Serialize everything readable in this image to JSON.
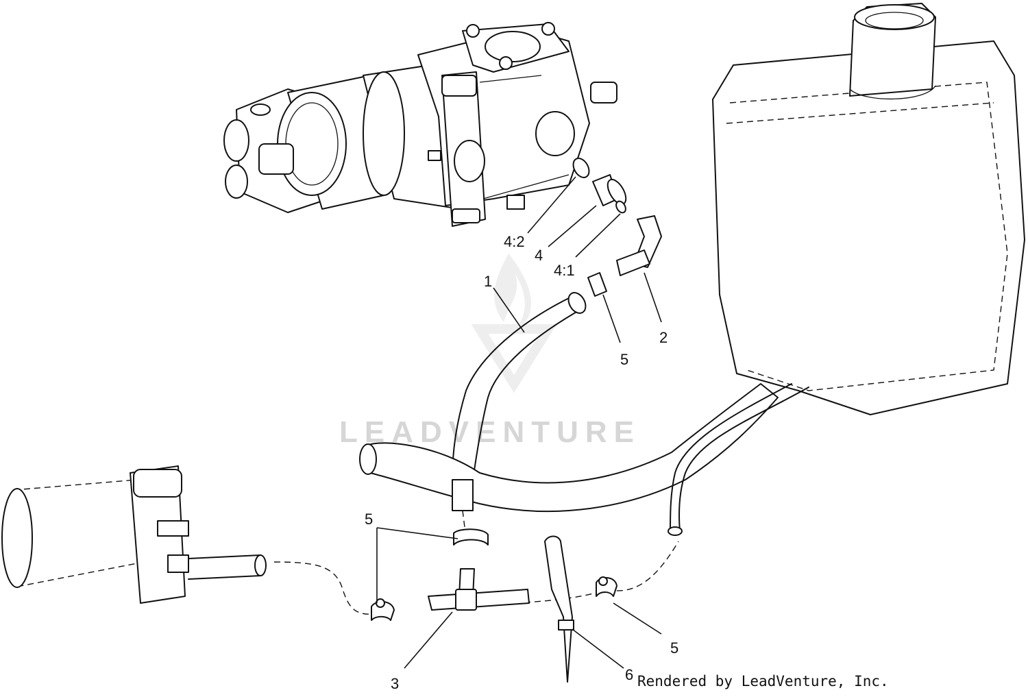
{
  "callouts": {
    "c1": "1",
    "c2": "2",
    "c3": "3",
    "c4": "4",
    "c4_1": "4:1",
    "c4_2": "4:2",
    "c5_fitting": "5",
    "c5_upper_clamp": "5",
    "c5_right_clamp": "5",
    "c6": "6"
  },
  "watermark": {
    "text": "LEADVENTURE"
  },
  "footer": {
    "credit": "Rendered by LeadVenture, Inc."
  }
}
